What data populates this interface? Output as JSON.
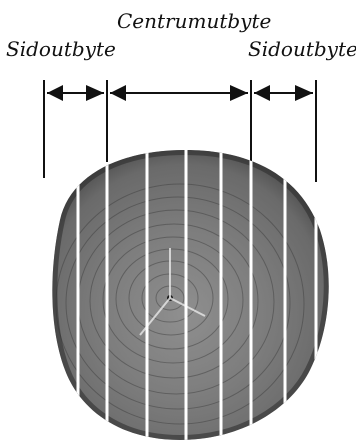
{
  "labels": {
    "center": "Centrumutbyte",
    "left_side": "Sidoutbyte",
    "right_side": "Sidoutbyte"
  },
  "colors": {
    "ink": "#111111",
    "wood_light": "#9a9a9a",
    "wood_mid": "#7a7a7a",
    "wood_dark": "#4a4a4a",
    "saw_kerf": "#ffffff"
  }
}
